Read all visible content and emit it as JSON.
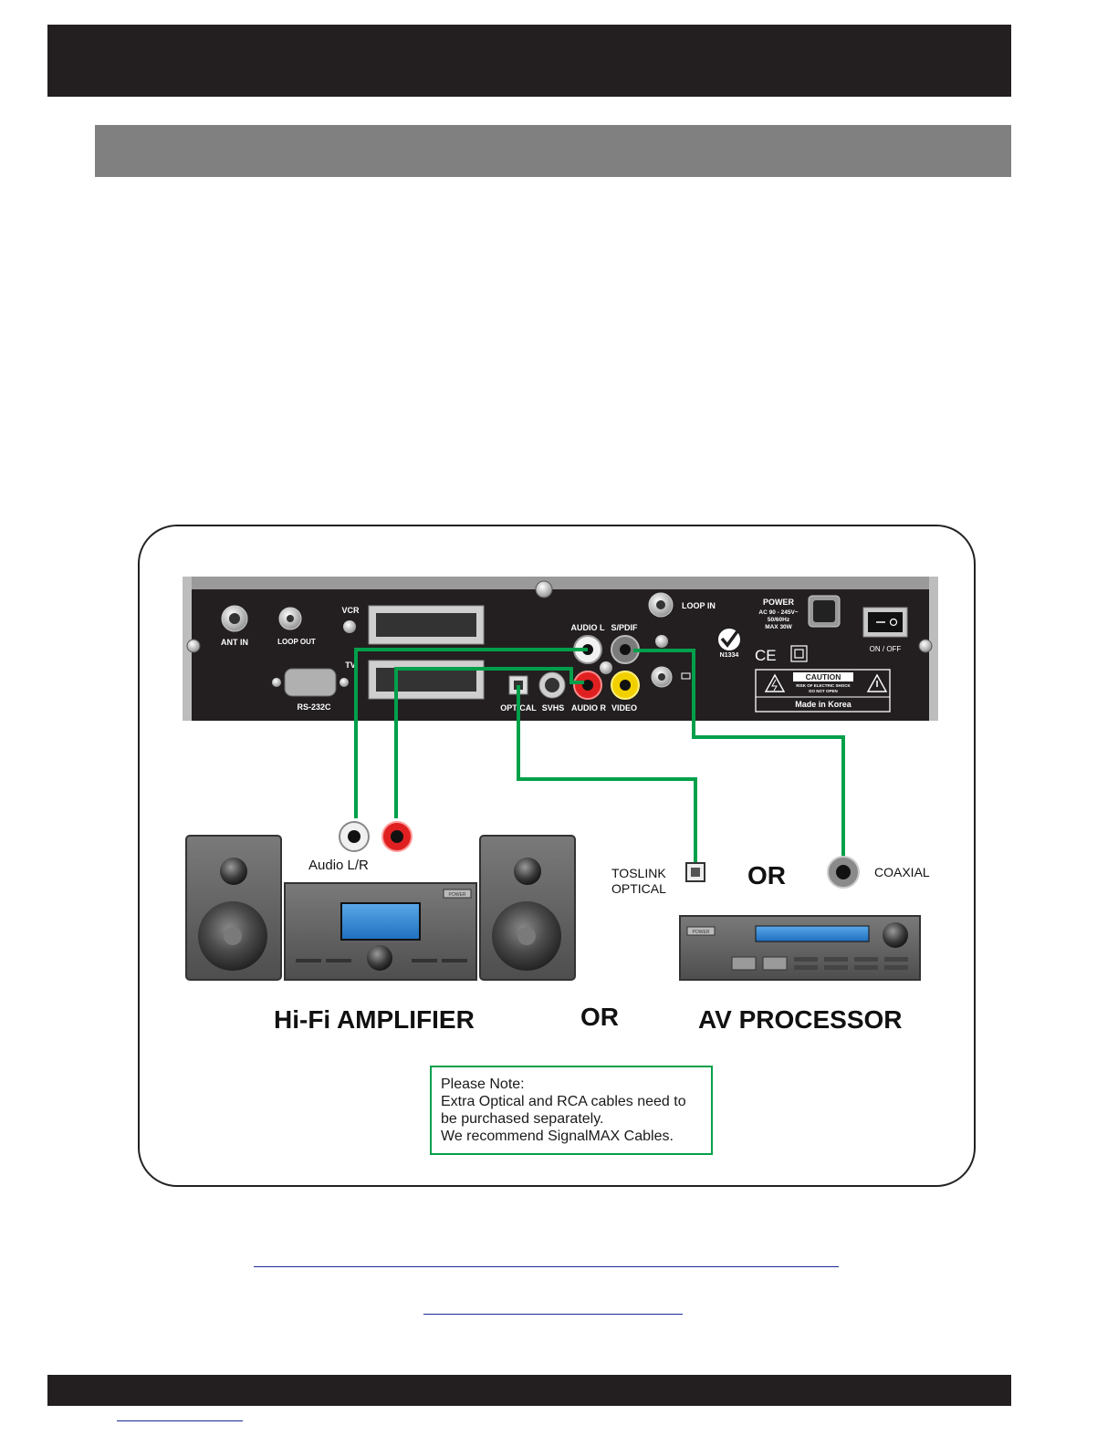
{
  "device": {
    "ant_in": "ANT IN",
    "loop_out": "LOOP OUT",
    "vcr": "VCR",
    "tv": "TV",
    "rs232c": "RS-232C",
    "audio_l": "AUDIO L",
    "spdif": "S/PDIF",
    "optical": "OPTICAL",
    "svhs": "SVHS",
    "audio_r": "AUDIO R",
    "video": "VIDEO",
    "loop_in": "LOOP IN",
    "power_title": "POWER",
    "power_spec_1": "AC 90 - 245V~",
    "power_spec_2": "50/60Hz",
    "power_spec_3": "MAX 30W",
    "on_off": "ON / OFF",
    "cert_code": "N1334",
    "ce_mark": "CE",
    "caution": "CAUTION",
    "caution_sub_1": "RISK OF ELECTRIC SHOCK",
    "caution_sub_2": "DO NOT OPEN",
    "made_in": "Made in Korea",
    "amp_power": "POWER",
    "avp_power": "POWER"
  },
  "labels": {
    "audio_lr": "Audio L/R",
    "toslink_line1": "TOSLINK",
    "toslink_line2": "OPTICAL",
    "or_connectors": "OR",
    "coaxial": "COAXIAL",
    "hifi": "Hi-Fi AMPLIFIER",
    "or_devices": "OR",
    "av_processor": "AV PROCESSOR"
  },
  "note": {
    "line1": "Please Note:",
    "line2": "Extra Optical and RCA cables need to",
    "line3": "be purchased separately.",
    "line4": "We recommend SignalMAX Cables."
  },
  "colors": {
    "cable": "#00a04a",
    "panel": "#231f20",
    "dark_bar": "#231f20",
    "section_bar": "#808080",
    "link": "#1a2a9a"
  }
}
